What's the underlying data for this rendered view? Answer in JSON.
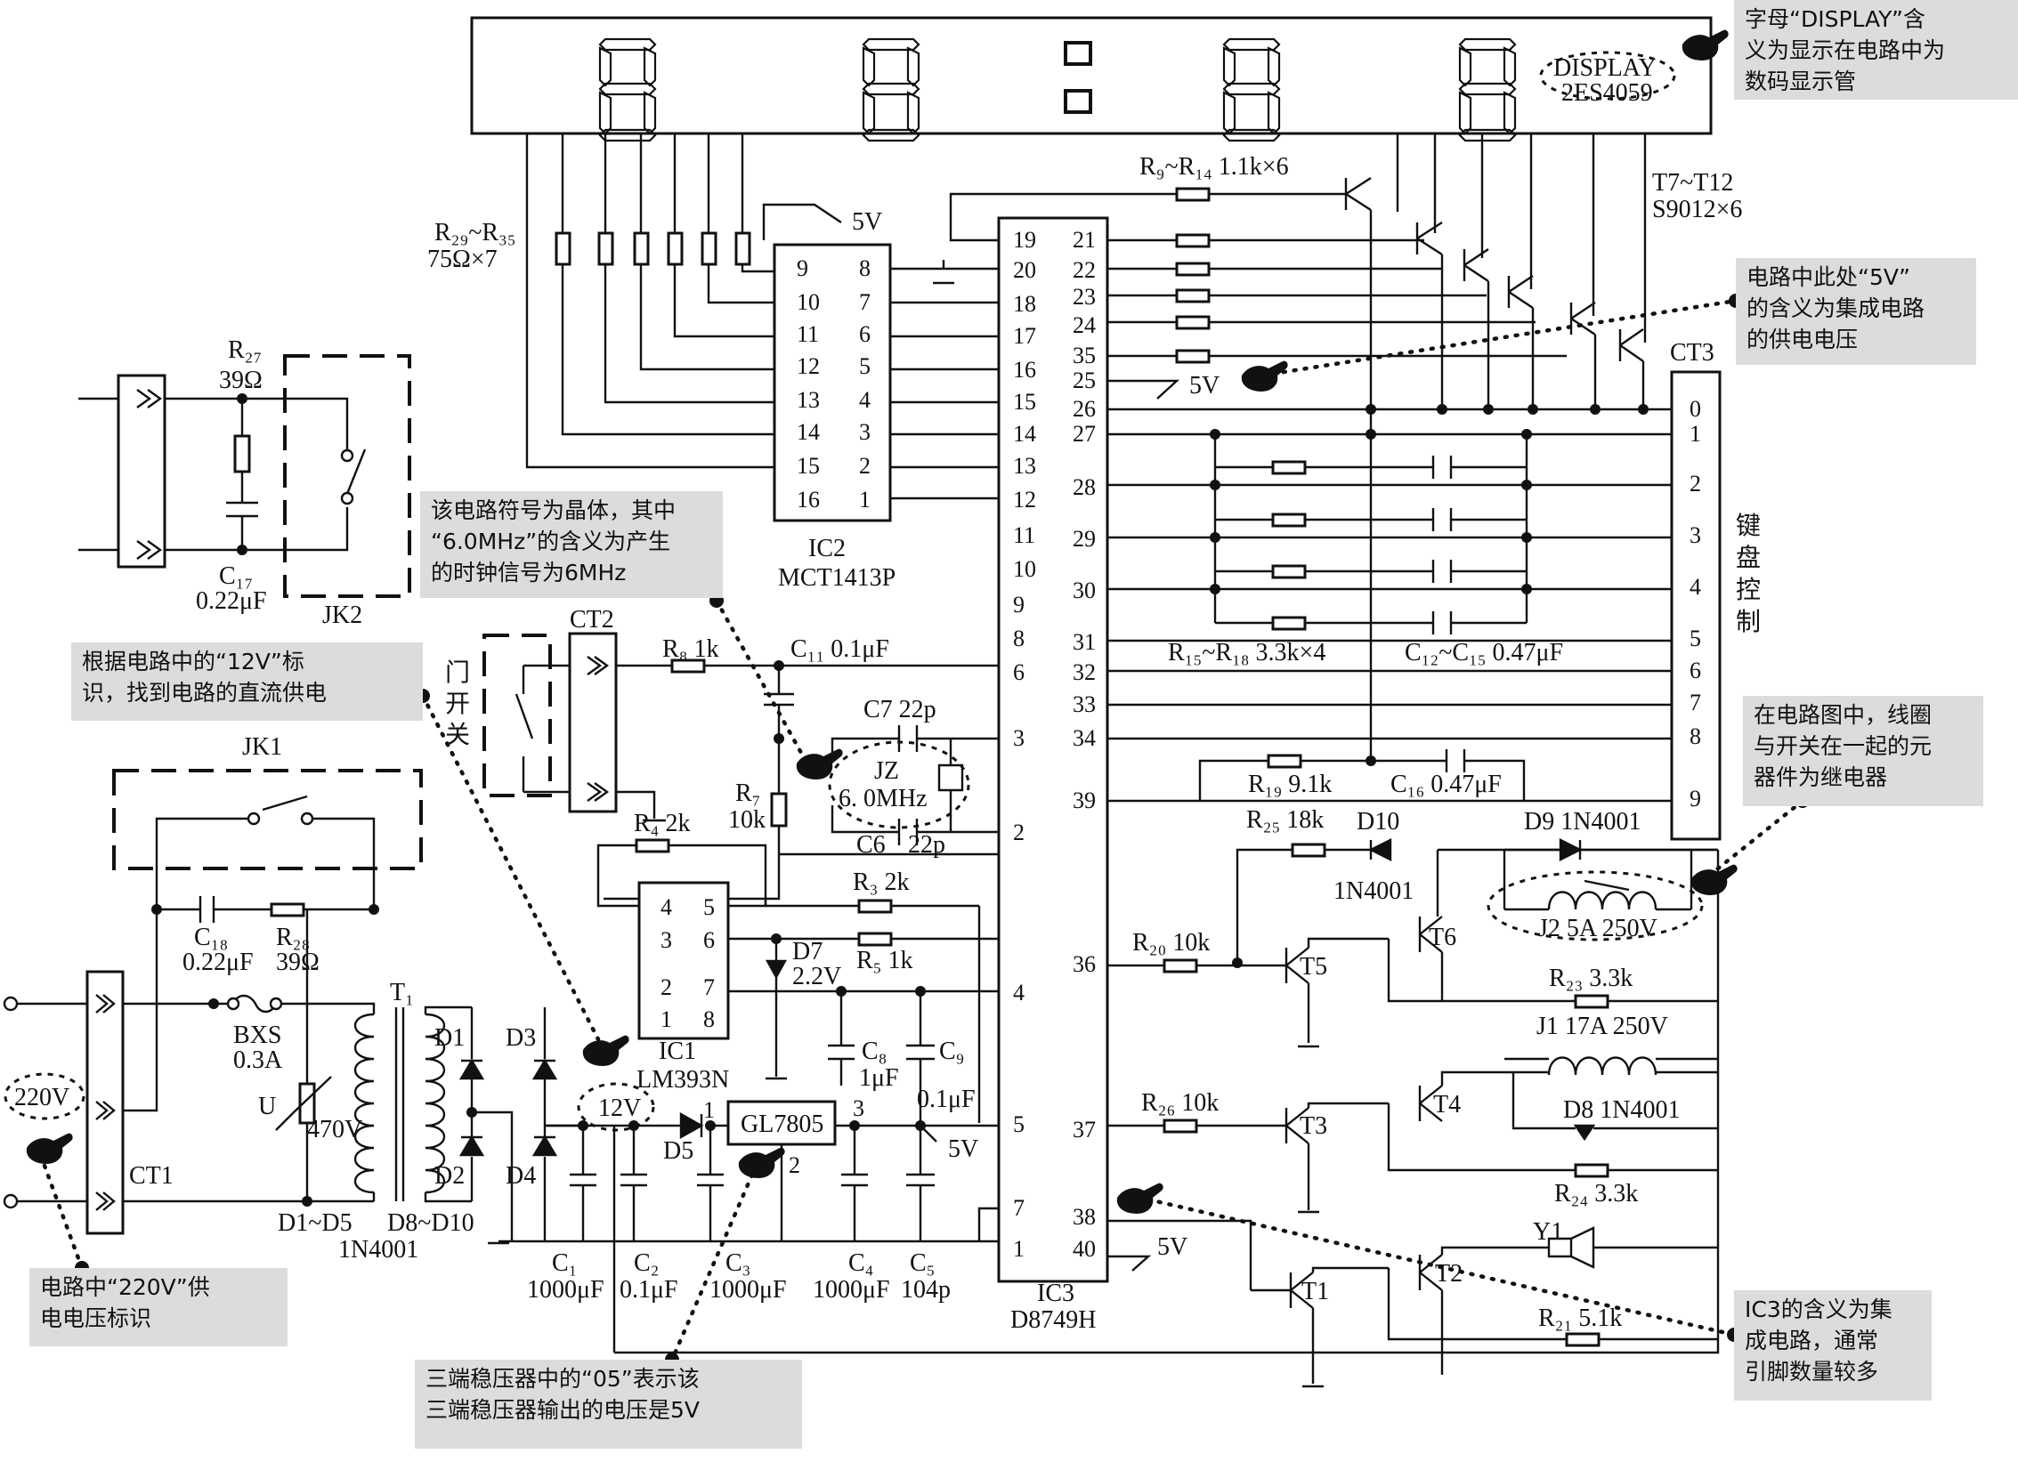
{
  "display": {
    "label": "DISPLAY",
    "part": "2ES4059"
  },
  "ic1": {
    "name": "IC1",
    "part": "LM393N",
    "pins_left": [
      "4",
      "3",
      "2",
      "1"
    ],
    "pins_right": [
      "5",
      "6",
      "7",
      "8"
    ]
  },
  "ic2": {
    "name": "IC2",
    "part": "MCT1413P",
    "pins_left": [
      "9",
      "10",
      "11",
      "12",
      "13",
      "14",
      "15",
      "16"
    ],
    "pins_right": [
      "8",
      "7",
      "6",
      "5",
      "4",
      "3",
      "2",
      "1"
    ]
  },
  "ic3": {
    "name": "IC3",
    "part": "D8749H",
    "pins_left": [
      "19",
      "20",
      "18",
      "17",
      "16",
      "15",
      "14",
      "13",
      "12",
      "11",
      "10",
      "9",
      "8",
      "6",
      "3",
      "2",
      "4",
      "5",
      "7",
      "1"
    ],
    "pins_right": [
      "21",
      "22",
      "23",
      "24",
      "35",
      "25",
      "26",
      "27",
      "28",
      "29",
      "30",
      "31",
      "32",
      "33",
      "34",
      "39",
      "36",
      "37",
      "38",
      "40"
    ]
  },
  "ct3": {
    "name": "CT3",
    "pins": [
      "0",
      "1",
      "2",
      "3",
      "4",
      "5",
      "6",
      "7",
      "8",
      "9"
    ],
    "side_label": [
      "键",
      "盘",
      "控",
      "制"
    ]
  },
  "labels": {
    "r29_35": "R₂₉~R₃₅",
    "r29_35_val": "75Ω×7",
    "r9_14": "R₉~R₁₄  1.1k×6",
    "t7_12": "T7~T12",
    "t7_12_val": "S9012×6",
    "v5": "5V",
    "r27": "R₂₇",
    "r27_val": "39Ω",
    "c17": "C₁₇",
    "c17_val": "0.22μF",
    "jk2": "JK2",
    "jk1": "JK1",
    "ct2": "CT2",
    "door_switch": [
      "门",
      "开",
      "关"
    ],
    "r8": "R₈  1k",
    "c11": "C₁₁  0.1μF",
    "c7": "C7 22p",
    "c6": "C6",
    "c6_val": "22p",
    "jz": "JZ",
    "jz_val": "6. 0MHz",
    "r7": "R₇",
    "r7_val": "10k",
    "r4": "R₄ 2k",
    "r3": "R₃ 2k",
    "r5": "R₅  1k",
    "d7": "D7",
    "d7_val": "2.2V",
    "c8": "C₈",
    "c8_val": "1μF",
    "c9": "C₉",
    "c9_val": "0.1μF",
    "r15_18": "R₁₅~R₁₈   3.3k×4",
    "c12_15": "C₁₂~C₁₅  0.47μF",
    "r19": "R₁₉  9.1k",
    "c16": "C₁₆  0.47μF",
    "r25": "R₂₅  18k",
    "d10": "D10",
    "d10_val": "1N4001",
    "d9": "D9 1N4001",
    "j2": "J2  5A  250V",
    "r20": "R₂₀  10k",
    "t5": "T5",
    "t6": "T6",
    "r23": "R₂₃  3.3k",
    "j1": "J1 17A 250V",
    "r26": "R₂₆   10k",
    "t3": "T3",
    "t4": "T4",
    "d8": "D8 1N4001",
    "r24": "R₂₄  3.3k",
    "y1": "Y1",
    "t1": "T1",
    "t2": "T2",
    "r21": "R₂₁  5.1k",
    "c18": "C₁₈",
    "c18_val": "0.22μF",
    "r28": "R₂₈",
    "r28_val": "39Ω",
    "v220": "220V",
    "ct1": "CT1",
    "bxs": "BXS",
    "bxs_val": "0.3A",
    "u": "U",
    "varistor": "470V",
    "t1_xfmr": "T₁",
    "d1": "D1",
    "d2": "D2",
    "d3": "D3",
    "d4": "D4",
    "d1_d5": "D1~D5",
    "d8_d10": "D8~D10",
    "n4001": "1N4001",
    "v12": "12V",
    "d5": "D5",
    "gl7805": "GL7805",
    "reg_pin1": "1",
    "reg_pin2": "2",
    "reg_pin3": "3",
    "c1": "C₁",
    "c1_val": "1000μF",
    "c2": "C₂",
    "c2_val": "0.1μF",
    "c3": "C₃",
    "c3_val": "1000μF",
    "c4": "C₄",
    "c4_val": "1000μF",
    "c5": "C₅",
    "c5_val": "104p"
  },
  "annotations": [
    "字母“DISPLAY”含义为显示在电路中为数码显示管",
    "电路中此处“5V”的含义为集成电路的供电电压",
    "该电路符号为晶体，其中“6.0MHz”的含义为产生的时钟信号为6MHz",
    "根据电路中的“12V”标识，找到电路的直流供电",
    "在电路图中，线圈与开关在一起的元器件为继电器",
    "电路中“220V”供电电压标识",
    "三端稳压器中的“05”表示该三端稳压器输出的电压是5V",
    "IC3的含义为集成电路，通常引脚数量较多"
  ],
  "annotation_lines": [
    [
      "字母“DISPLAY”含",
      "义为显示在电路中为",
      "数码显示管"
    ],
    [
      "电路中此处“5V”",
      "的含义为集成电路",
      "的供电电压"
    ],
    [
      "该电路符号为晶体，其中",
      "“6.0MHz”的含义为产生",
      "的时钟信号为6MHz"
    ],
    [
      "根据电路中的“12V”标",
      "识，找到电路的直流供电"
    ],
    [
      "在电路图中，线圈",
      "与开关在一起的元",
      "器件为继电器"
    ],
    [
      "电路中“220V”供",
      "电电压标识"
    ],
    [
      "三端稳压器中的“05”表示该",
      "三端稳压器输出的电压是5V"
    ],
    [
      "IC3的含义为集",
      "成电路，通常",
      "引脚数量较多"
    ]
  ]
}
